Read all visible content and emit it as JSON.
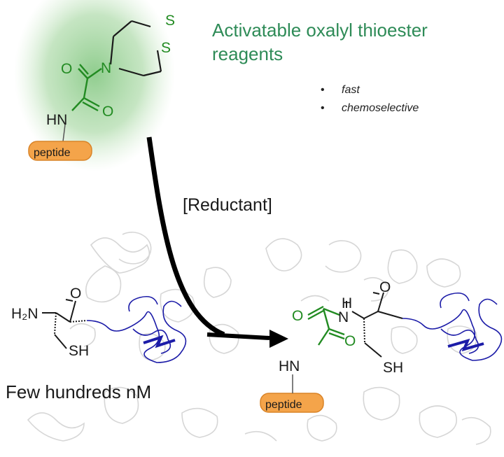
{
  "title": {
    "line1": "Activatable oxalyl thioester",
    "line2": "reagents"
  },
  "bullets": [
    "fast",
    "chemoselective"
  ],
  "reaction": {
    "reagent": "[Reductant]"
  },
  "reagent": {
    "atoms": {
      "s1": "S",
      "s2": "S",
      "n": "N",
      "o1": "O",
      "o2": "O",
      "hn": "HN"
    },
    "peptide": "peptide"
  },
  "cysteine": {
    "atoms": {
      "o": "O",
      "h2n": "H₂N",
      "sh": "SH"
    },
    "concentration": "Few hundreds nM"
  },
  "product": {
    "atoms": {
      "o1": "O",
      "o2": "O",
      "o3": "O",
      "h": "H",
      "n": "N",
      "hn": "HN",
      "sh": "SH"
    },
    "peptide": "peptide"
  },
  "colors": {
    "accent_green": "#2e8b57",
    "peptide_tag": "#f4a44a",
    "protein_chain": "#1c1ca8"
  }
}
